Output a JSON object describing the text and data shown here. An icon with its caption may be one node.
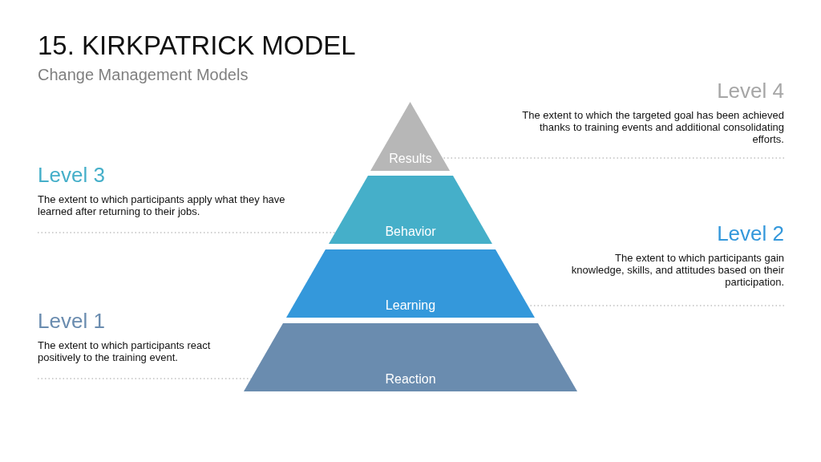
{
  "diagram": {
    "title": "15. KIRKPATRICK MODEL",
    "nodes": [
      {
        "text": [
          "Level 4",
          "The extent to which the targeted goal has been achieved thanks to training events and additional consolidating efforts."
        ]
      },
      {
        "text": [
          "Results"
        ]
      },
      {
        "text": [
          "Level 3",
          "The extent to which participants apply what they have learned after returning to their jobs."
        ]
      },
      {
        "text": [
          "Behavior"
        ]
      },
      {
        "text": [
          "Level 2",
          "The extent to which participants gain knowledge, skills, and attitudes based on their participation."
        ]
      },
      {
        "text": [
          "Learning"
        ]
      },
      {
        "text": [
          "Level 1",
          "The extent to which participants react positively to the training event."
        ]
      },
      {
        "text": [
          "Reaction"
        ]
      }
    ],
    "edges": [
      {
        "from": 0,
        "to": 1,
        "arrow": "none",
        "style": "dashed"
      },
      {
        "from": 2,
        "to": 3,
        "arrow": "none",
        "style": "dashed"
      },
      {
        "from": 4,
        "to": 5,
        "arrow": "none",
        "style": "dashed"
      },
      {
        "from": 6,
        "to": 7,
        "arrow": "none",
        "style": "dashed"
      }
    ],
    "labels": [
      "Change Management Models"
    ]
  }
}
